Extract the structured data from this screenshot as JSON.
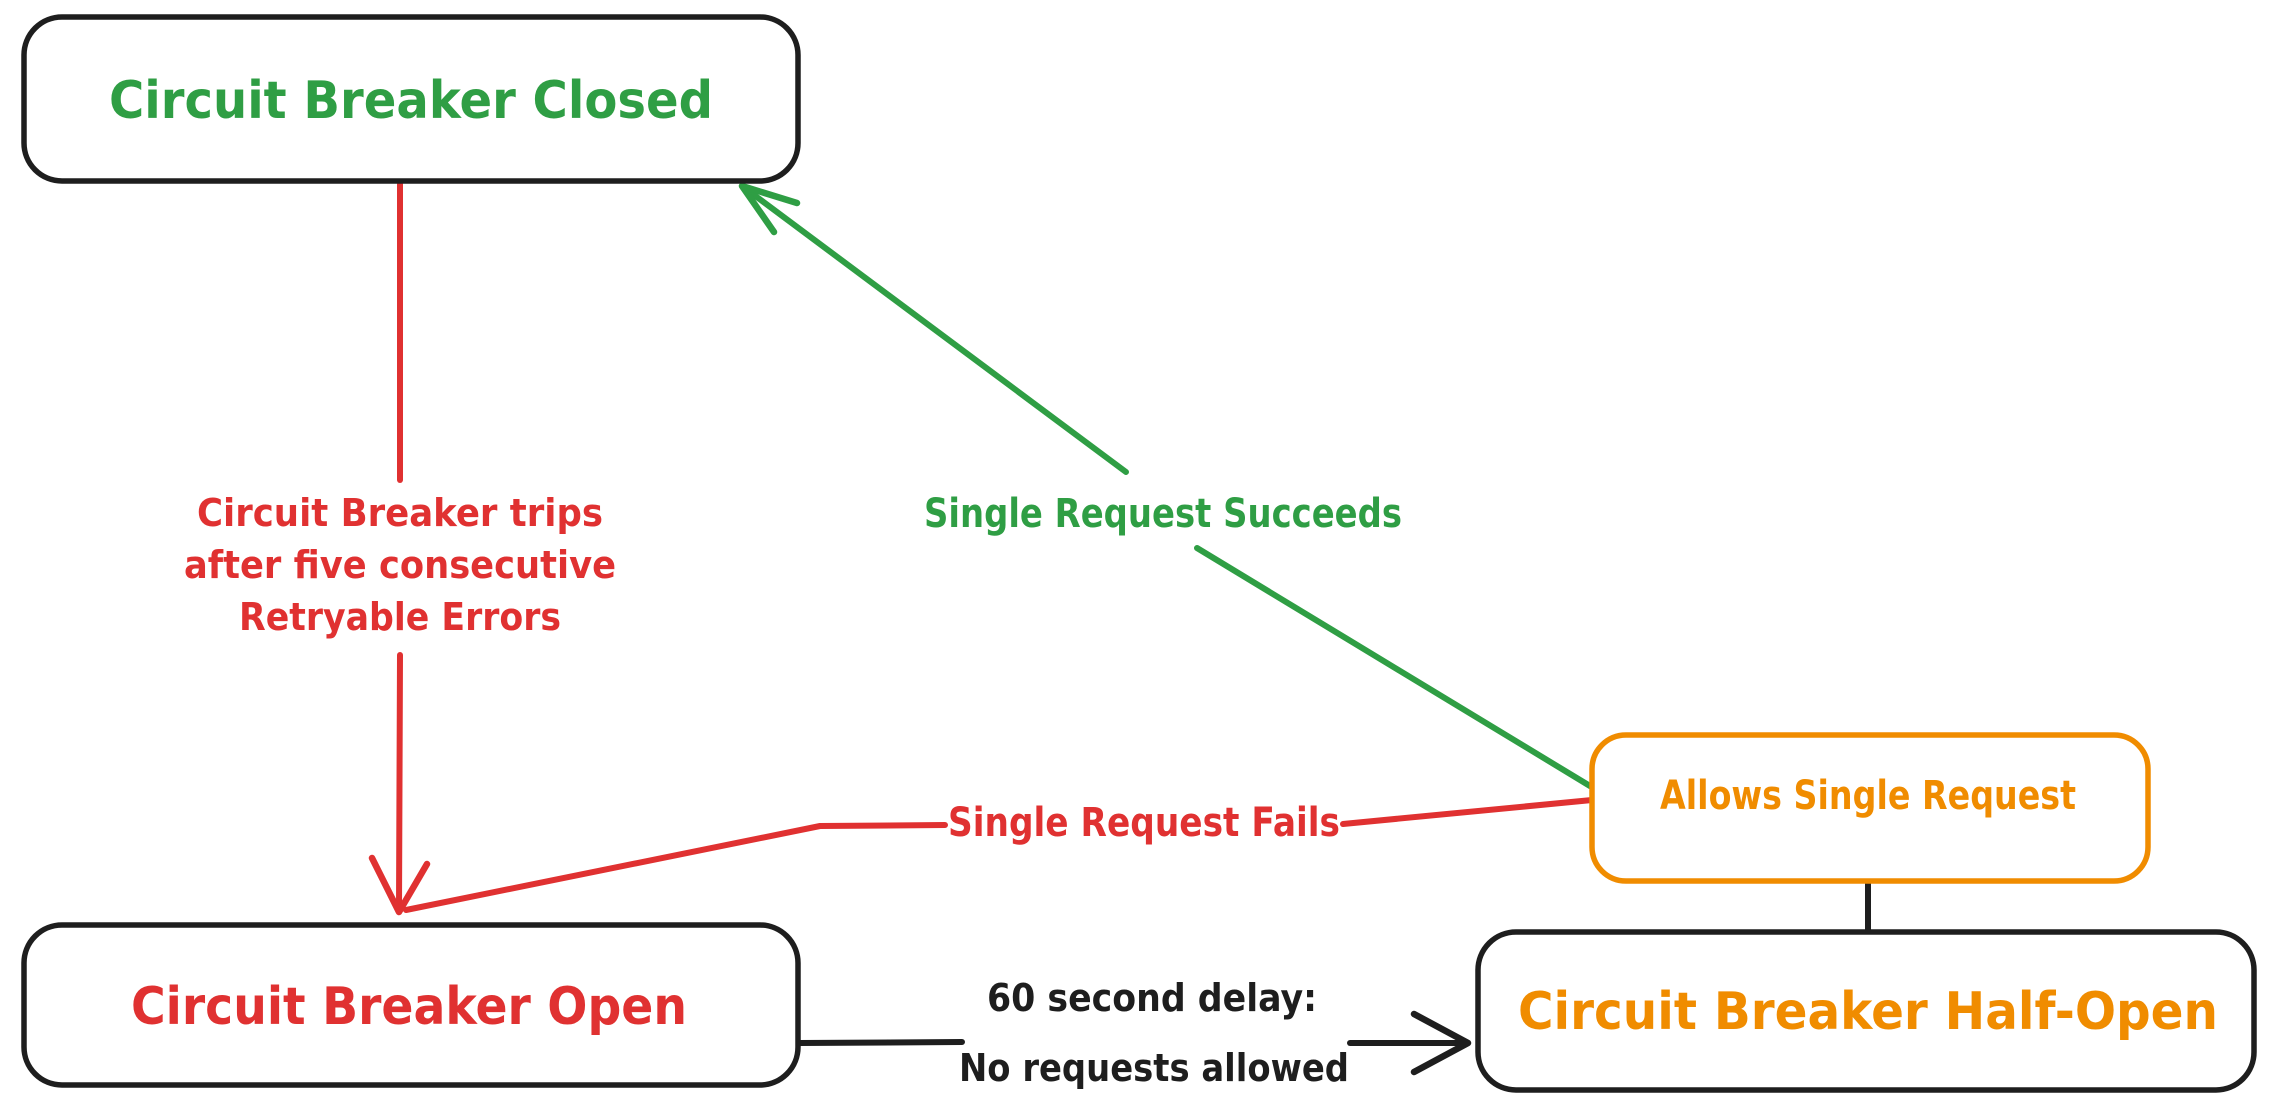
{
  "colors": {
    "ink": "#1e1e1e",
    "red": "#e03131",
    "green": "#2f9e44",
    "orange": "#f08c00",
    "background": "#ffffff"
  },
  "nodes": {
    "closed": {
      "label": "Circuit Breaker Closed"
    },
    "open": {
      "label": "Circuit Breaker Open"
    },
    "half_open": {
      "label": "Circuit Breaker Half-Open"
    },
    "allows_single_request": {
      "label": "Allows Single Request"
    }
  },
  "edges": {
    "trip": {
      "label_lines": [
        "Circuit Breaker trips",
        "after five consecutive",
        "Retryable Errors"
      ]
    },
    "succeeds": {
      "label": "Single Request Succeeds"
    },
    "fails": {
      "label": "Single Request Fails"
    },
    "delay": {
      "label_lines": [
        "60 second delay:",
        "No requests allowed"
      ]
    }
  }
}
